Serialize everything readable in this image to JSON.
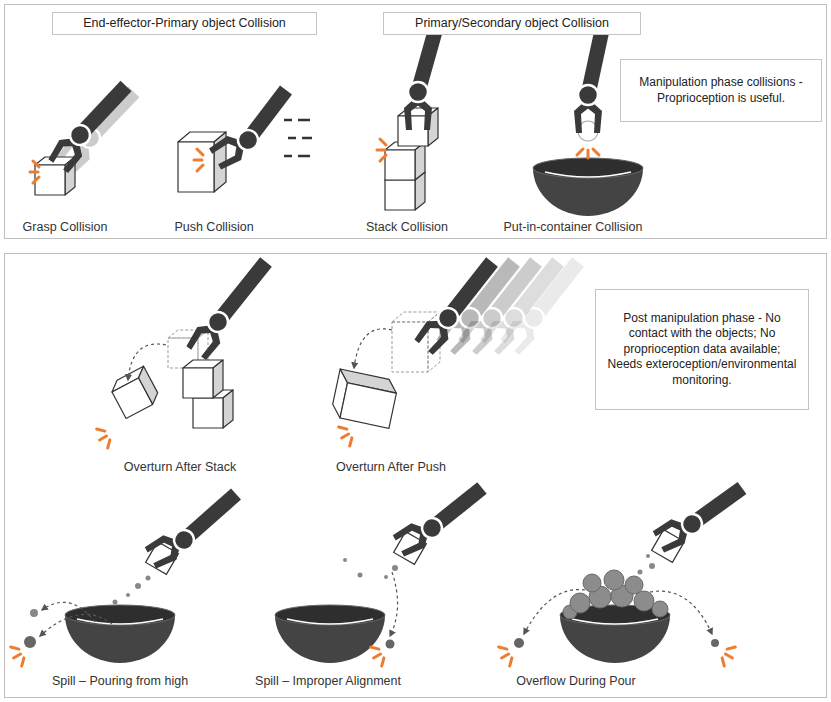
{
  "diagram": {
    "nodes": [
      {
        "text": [
          "End-effector-Primary object Collision"
        ]
      },
      {
        "text": [
          "Primary/Secondary object Collision"
        ]
      },
      {
        "text": [
          "Manipulation phase collisions - Proprioception is useful."
        ]
      },
      {
        "text": [
          "Post manipulation phase - No contact with the objects; No proprioception data available; Needs exteroception/environmental monitoring."
        ]
      }
    ],
    "labels": [
      "Grasp Collision",
      "Push Collision",
      "Stack Collision",
      "Put-in-container Collision",
      "Overturn After Stack",
      "Overturn After Push",
      "Spill – Pouring from high",
      "Spill – Improper Alignment",
      "Overflow During Pour"
    ]
  }
}
